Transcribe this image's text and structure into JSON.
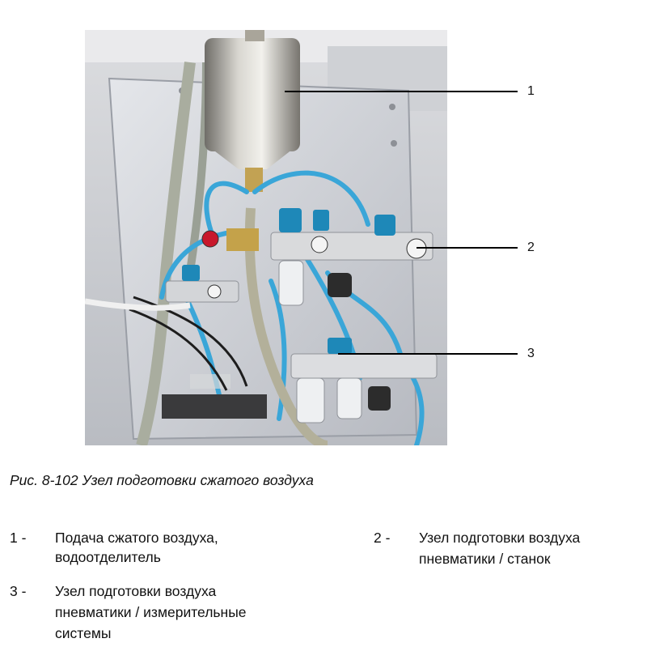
{
  "figure": {
    "callouts": [
      {
        "id": "1",
        "label": "1"
      },
      {
        "id": "2",
        "label": "2"
      },
      {
        "id": "3",
        "label": "3"
      }
    ]
  },
  "caption": "Рис. 8-102 Узел подготовки сжатого воздуха",
  "legend": [
    {
      "num": "1 -",
      "line1": "Подача сжатого воздуха,",
      "line2": "водоотделитель",
      "line3": ""
    },
    {
      "num": "2 -",
      "line1": "Узел подготовки воздуха",
      "line2": "пневматики / станок",
      "line3": ""
    },
    {
      "num": "3 -",
      "line1": "Узел подготовки воздуха",
      "line2": "пневматики / измерительные",
      "line3": "системы"
    }
  ],
  "colors": {
    "hose_blue": "#3aa6d8",
    "panel": "#c9ccd2",
    "steel": "#b8b6b0"
  }
}
